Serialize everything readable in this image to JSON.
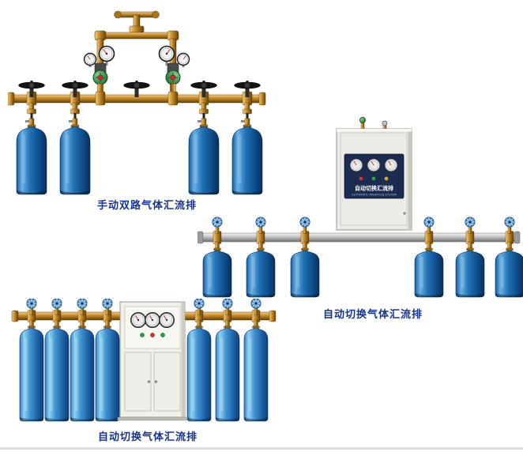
{
  "page": {
    "background_color": "#ffffff",
    "footer_line_color": "#dedede"
  },
  "colors": {
    "caption_blue": "#17338e",
    "brass_pipe": "#c08a2a",
    "cylinder_blue": "#1565b0",
    "cylinder_blue_light": "#3f8fd0",
    "silver_pipe": "#c2c2c2",
    "cabinet_panel_navy": "#1c2c50",
    "regulator_green": "#3f9150"
  },
  "figures": {
    "manual_dual": {
      "caption": "手动双路气体汇流排",
      "cylinder_count": 4
    },
    "auto_switch_a": {
      "caption": "自动切换气体汇流排",
      "cabinet_title": "自动切换汇流排",
      "cabinet_subtitle": "AUTOMATIC MANIFOLD SYSTEM",
      "cylinder_count": 6
    },
    "auto_switch_b": {
      "caption": "自动切换气体汇流排",
      "cylinder_count": 7
    }
  }
}
